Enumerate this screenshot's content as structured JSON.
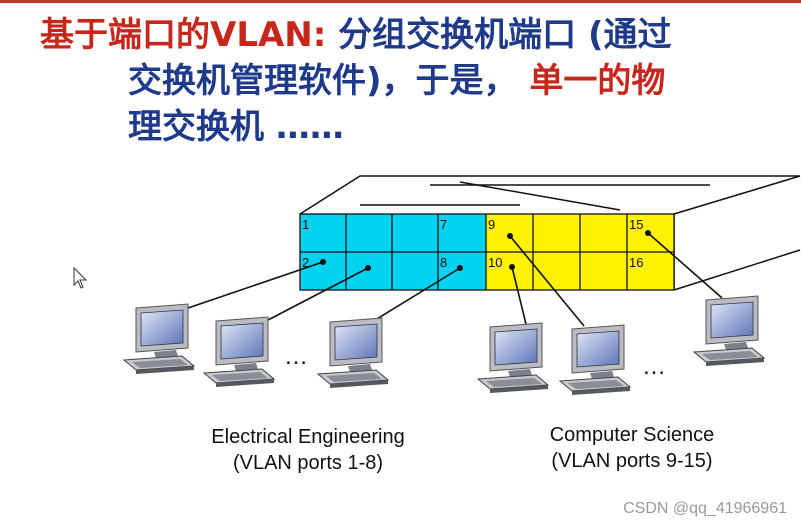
{
  "title": {
    "prefix": "基于端口的VLAN:",
    "line1_rest": " 分组交换机端口 (通过",
    "line2_a": "交换机管理软件)，于是，",
    "line2_b": " 单一的物",
    "line3": "理交换机 ……"
  },
  "ports": {
    "top": [
      "1",
      "7",
      "9",
      "15"
    ],
    "bottom": [
      "2",
      "8",
      "10",
      "16"
    ]
  },
  "groups": [
    {
      "name": "Electrical Engineering",
      "subtitle": "(VLAN ports 1-8)",
      "color": "#00d2f0"
    },
    {
      "name": "Computer Science",
      "subtitle": "(VLAN ports 9-15)",
      "color": "#fff200"
    }
  ],
  "ellipsis": [
    "…",
    "…"
  ],
  "watermark": "CSDN @qq_41966961",
  "colors": {
    "title_red": "#c8251b",
    "title_blue": "#1f3a8a"
  },
  "icons": [
    "cursor-icon",
    "computer-icon"
  ]
}
